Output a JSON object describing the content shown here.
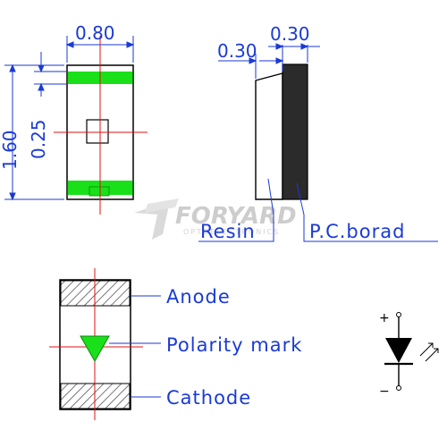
{
  "dimensions": {
    "width": "0.80",
    "length": "1.60",
    "pad": "0.25",
    "resin_thickness": "0.30",
    "pcb_thickness": "0.30"
  },
  "side_view": {
    "resin_label": "Resin",
    "pcb_label": "P.C.borad"
  },
  "bottom_view": {
    "anode_label": "Anode",
    "polarity_label": "Polarity mark",
    "cathode_label": "Cathode"
  },
  "symbol": {
    "plus": "+",
    "minus": "−"
  },
  "watermark": {
    "brand": "FORYARD",
    "sub": "OPTOELECTRONICS"
  },
  "colors": {
    "dimension": "#1a3ad6",
    "centerline": "#e01010",
    "pad_green": "#19e019",
    "pcb": "#2b2b2b"
  }
}
